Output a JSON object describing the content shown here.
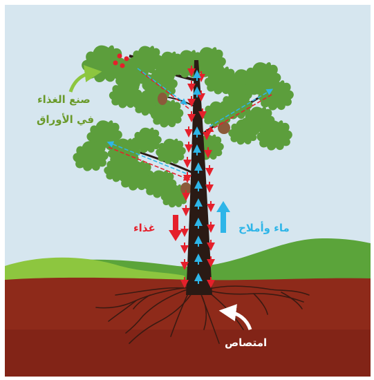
{
  "labels": {
    "leaves_line1": "صنع الغذاء",
    "leaves_line2": "في الأوراق",
    "food": "غذاء",
    "water_salts": "ماء وأملاح",
    "absorption": "امتصاص"
  },
  "colors": {
    "sky": "#d6e6ef",
    "soil": "#8e2a1a",
    "soil_dark": "#5a1812",
    "hill_far": "#5ba43a",
    "hill_near": "#7cbf3c",
    "leaf": "#5c9e3c",
    "leaf_dark": "#3f7f2a",
    "trunk": "#2a1a14",
    "food_arrow": "#e5202b",
    "water_arrow": "#2eb5e8",
    "leaf_label": "#6a9a2a",
    "white": "#ffffff",
    "acorn": "#8b5a3a"
  },
  "icons": {
    "food_arrow": "down-arrow-icon",
    "water_arrow": "up-arrow-icon",
    "absorb_arrow": "curved-arrow-icon",
    "leaves_arrow": "curved-arrow-icon"
  }
}
